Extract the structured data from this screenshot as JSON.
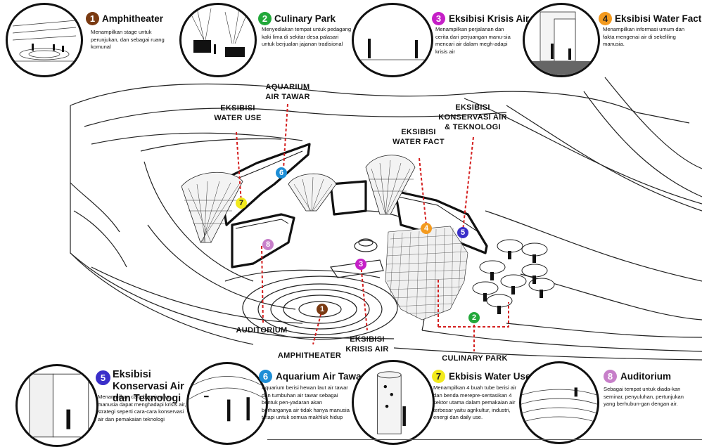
{
  "colors": {
    "amphitheater": "#7a3a12",
    "culinary": "#22a83a",
    "krisis": "#c51fc7",
    "waterfact": "#f39a1f",
    "konservasi": "#3a2fc9",
    "aquarium": "#1e8ed6",
    "wateruse": "#f2ea1c",
    "auditorium": "#c77fc9",
    "guide_line": "#d42020"
  },
  "cards": [
    {
      "num": "1",
      "title": "Amphitheater",
      "desc": "Menampilkan stage untuk perunjukan, dan sebagai ruang komunal",
      "color_key": "amphitheater"
    },
    {
      "num": "2",
      "title": "Culinary Park",
      "desc": "Menyediakan tempat untuk pedagang kaki lima di sekitar desa palasari untuk berjualan jajanan tradisional",
      "color_key": "culinary"
    },
    {
      "num": "3",
      "title": "Eksibisi Krisis Air",
      "desc": "Menampilkan perjalanan dan cerita dari perjuangan manu-sia mencari air dalam megh-adapi krisis air",
      "color_key": "krisis"
    },
    {
      "num": "4",
      "title": "Eksibisi Water Fact",
      "desc": "Menampilkan informasi umum dan fakta mengenai air di sekeliling manusia.",
      "color_key": "waterfact"
    },
    {
      "num": "5",
      "title": "Eksibisi Konservasi Air dan Teknologi",
      "desc": "Menampilkan cara bagaimana manusia dapat menghadapi krisis air, strategi seperti cara-cara konservasi air dan pemakaian teknologi",
      "color_key": "konservasi"
    },
    {
      "num": "6",
      "title": "Aquarium Air Tawar",
      "desc": "Aquarium berisi hewan laut air tawar dan tumbuhan air tawar sebagai bentuk pen-yadaran akan berharganya air tidak hanya manusia tetapi untuk semua makhluk hidup",
      "color_key": "aquarium"
    },
    {
      "num": "7",
      "title": "Ekbisis Water Use",
      "desc": "Menampilkan 4 buah tube berisi air dan benda merepre-sentasikan 4 sektor utama dalam pemakaian air terbesar yaitu agrikultur, industri, energi dan daily use.",
      "color_key": "wateruse"
    },
    {
      "num": "8",
      "title": "Auditorium",
      "desc": "Sebagai tempat untuk diada-kan seminar, penyuluhan, pertunjukan yang berhubun-gan dengan air.",
      "color_key": "auditorium"
    }
  ],
  "plan_labels": {
    "water_use": "EKSIBISI\nWATER USE",
    "aquarium": "AQUARIUM\nAIR TAWAR",
    "water_fact": "EKSIBISI\nWATER FACT",
    "konservasi": "EKSIBISI\nKONSERVASI AIR\n& TEKNOLOGI",
    "auditorium": "AUDITORIUM",
    "amphitheater": "AMPHITHEATER",
    "krisis": "EKSIBISI\nKRISIS AIR",
    "culinary": "CULINARY PARK"
  }
}
